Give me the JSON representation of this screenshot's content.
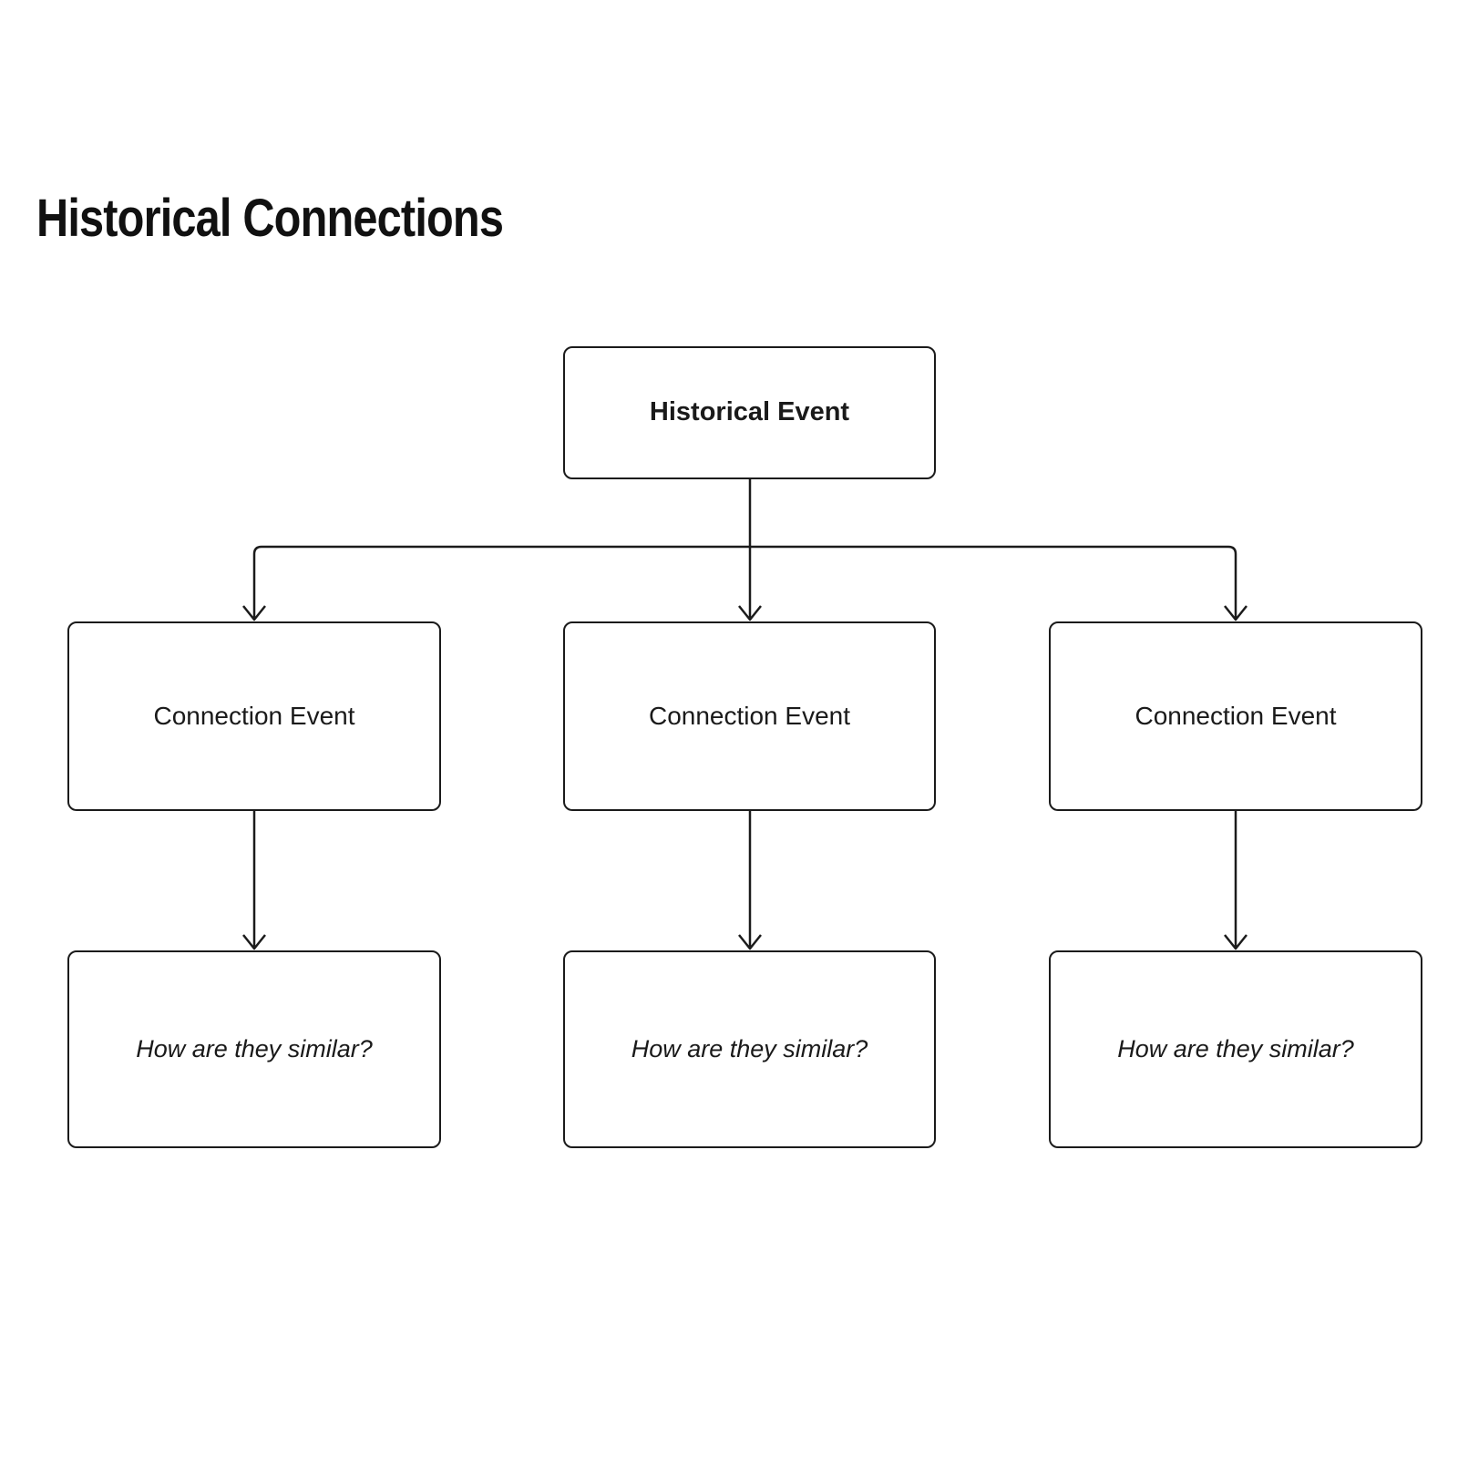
{
  "page": {
    "title": "Historical Connections",
    "background": "#ffffff"
  },
  "diagram": {
    "type": "flowchart-tree",
    "root": {
      "label": "Historical Event"
    },
    "columns": [
      {
        "connection": "Connection Event",
        "similarity": "How are they similar?"
      },
      {
        "connection": "Connection Event",
        "similarity": "How are they similar?"
      },
      {
        "connection": "Connection Event",
        "similarity": "How are they similar?"
      }
    ],
    "colors": {
      "line": "#1b1b1b",
      "box_border": "#1b1b1b",
      "box_fill": "#ffffff",
      "text": "#1a1a1a"
    }
  }
}
